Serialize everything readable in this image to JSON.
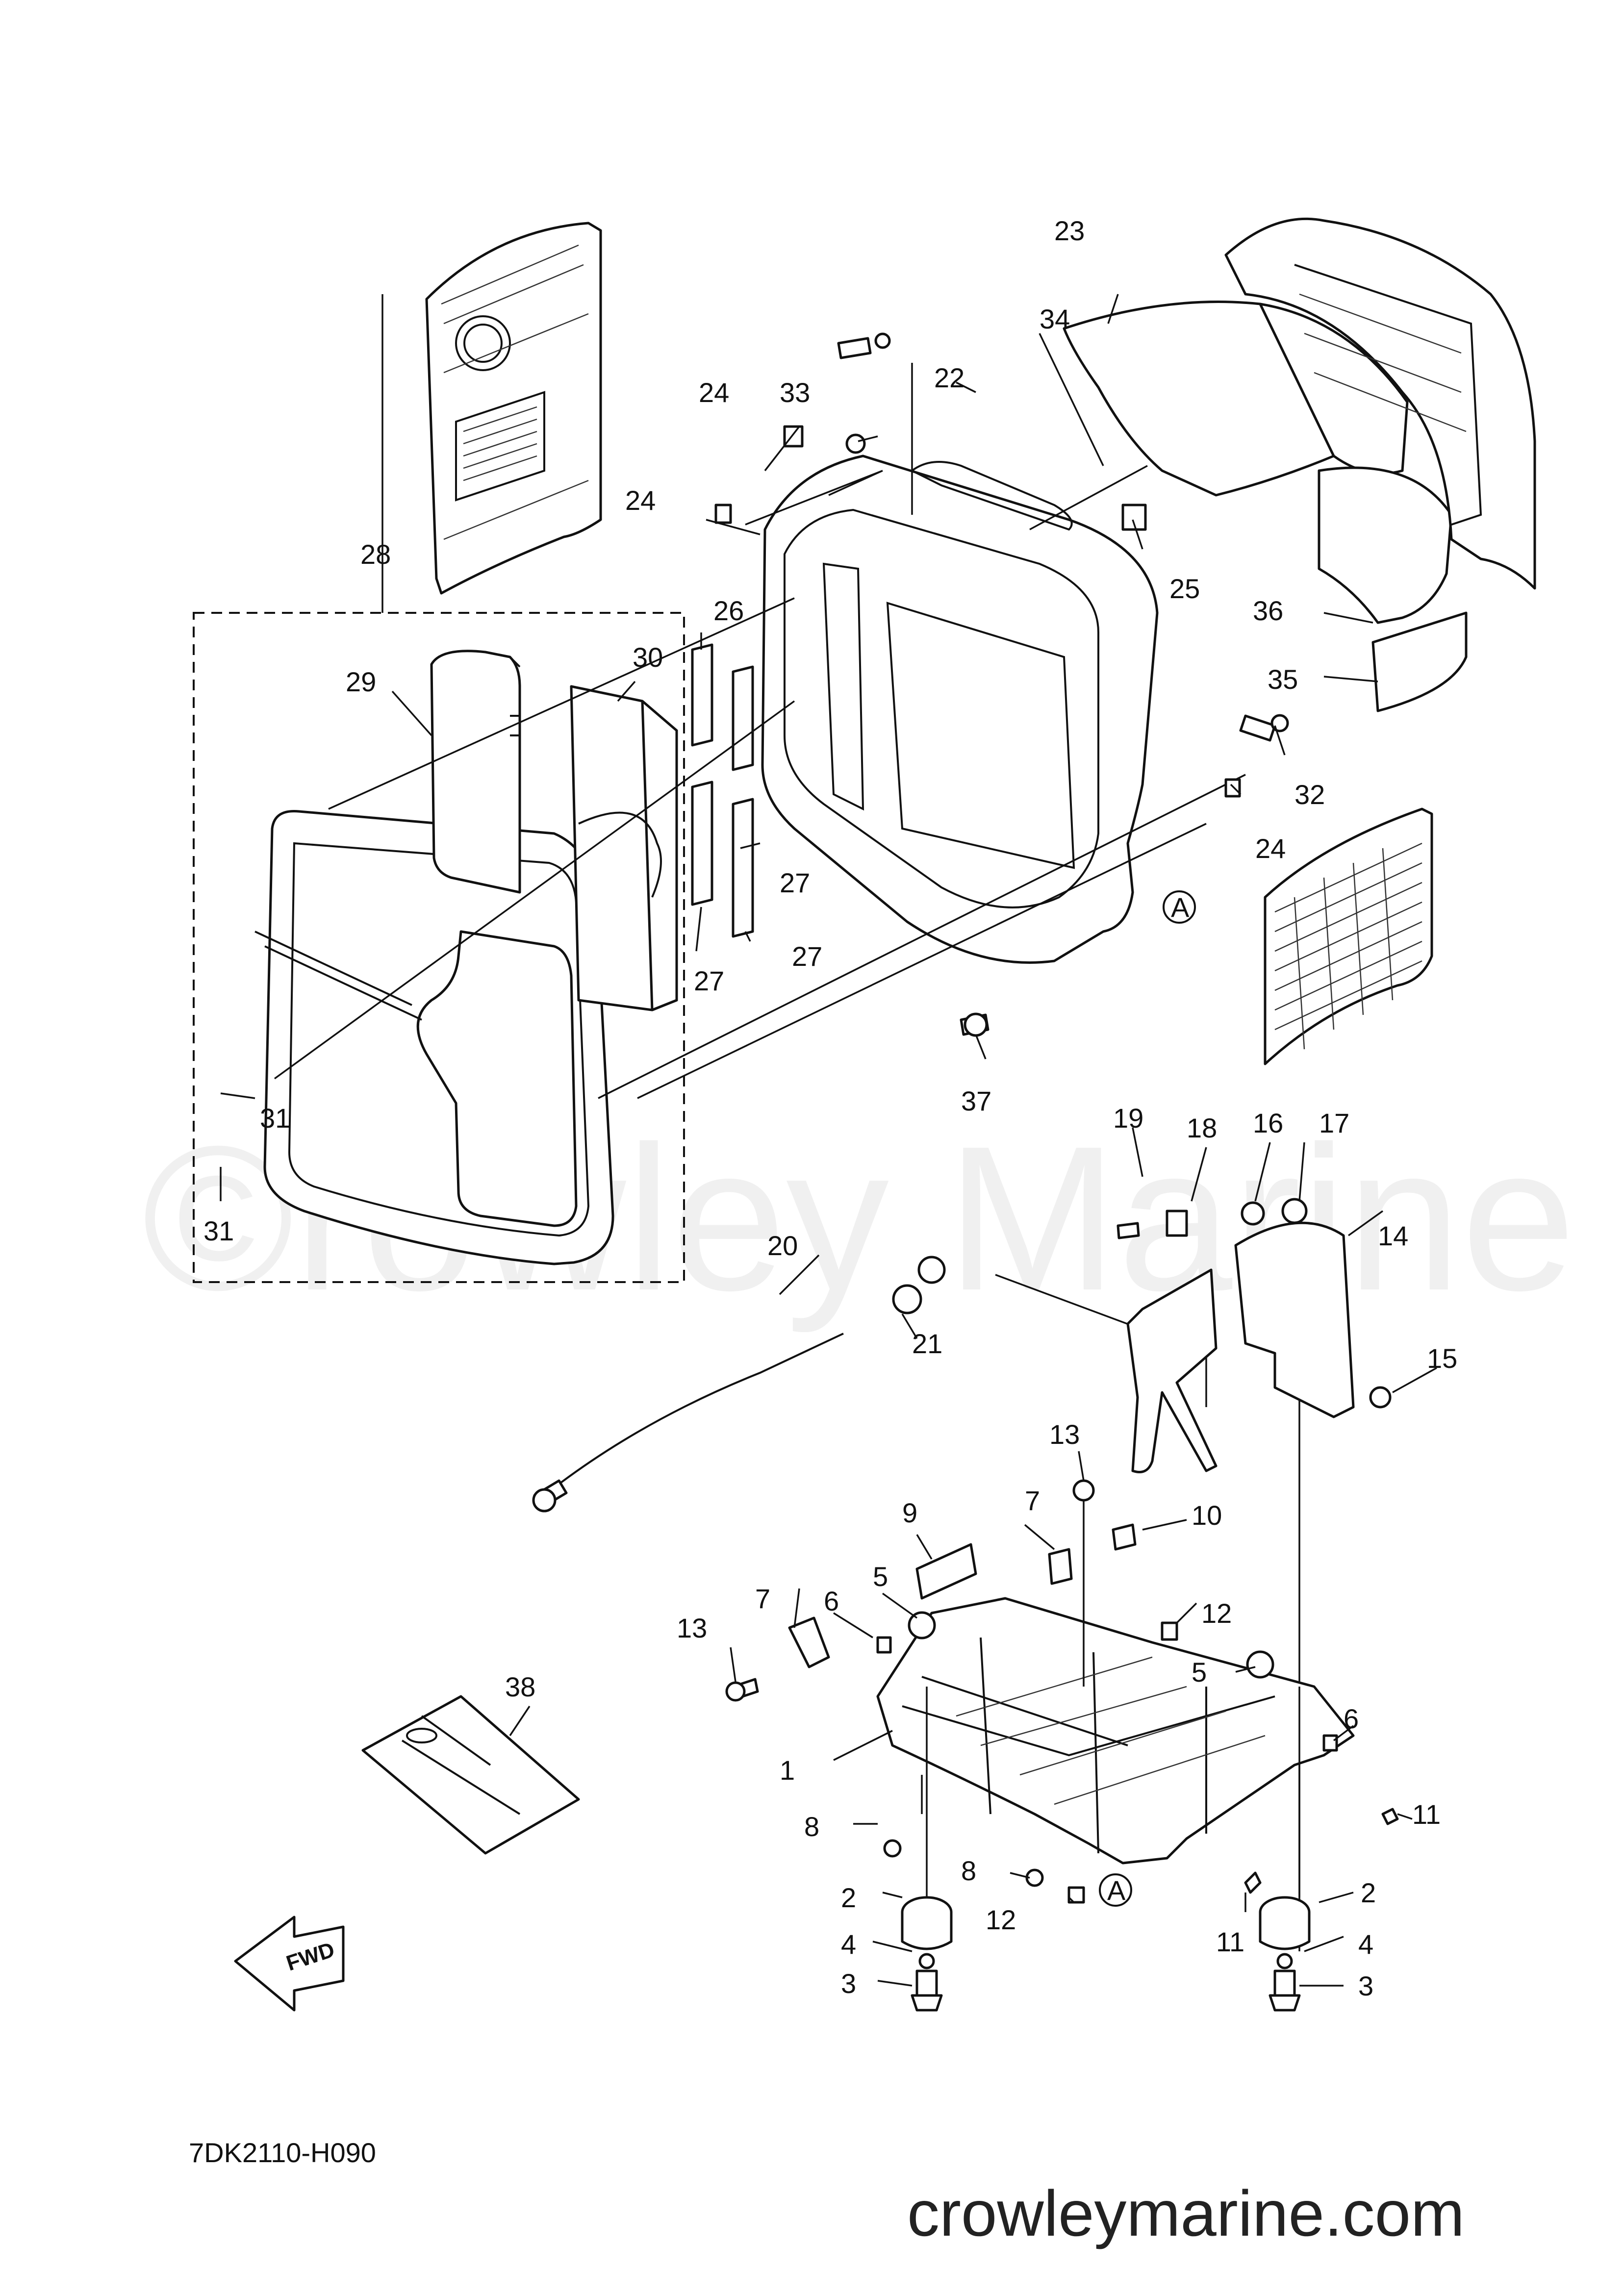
{
  "watermark": "©rowley Marine",
  "diagram_code": "7DK2110-H090",
  "website": "crowleymarine.com",
  "fwd_label": "FWD",
  "circle_ref": "A",
  "callouts": {
    "c1": "1",
    "c2a": "2",
    "c2b": "2",
    "c3a": "3",
    "c3b": "3",
    "c4a": "4",
    "c4b": "4",
    "c5a": "5",
    "c5b": "5",
    "c6a": "6",
    "c6b": "6",
    "c7a": "7",
    "c7b": "7",
    "c8a": "8",
    "c8b": "8",
    "c9": "9",
    "c10": "10",
    "c11a": "11",
    "c11b": "11",
    "c12a": "12",
    "c12b": "12",
    "c13a": "13",
    "c13b": "13",
    "c14": "14",
    "c15": "15",
    "c16": "16",
    "c17": "17",
    "c18": "18",
    "c19": "19",
    "c20": "20",
    "c21": "21",
    "c22": "22",
    "c23": "23",
    "c24a": "24",
    "c24b": "24",
    "c24c": "24",
    "c25": "25",
    "c26": "26",
    "c27a": "27",
    "c27b": "27",
    "c27c": "27",
    "c28": "28",
    "c29": "29",
    "c30": "30",
    "c31a": "31",
    "c31b": "31",
    "c32": "32",
    "c33": "33",
    "c34": "34",
    "c35": "35",
    "c36": "36",
    "c37": "37",
    "c38": "38"
  }
}
